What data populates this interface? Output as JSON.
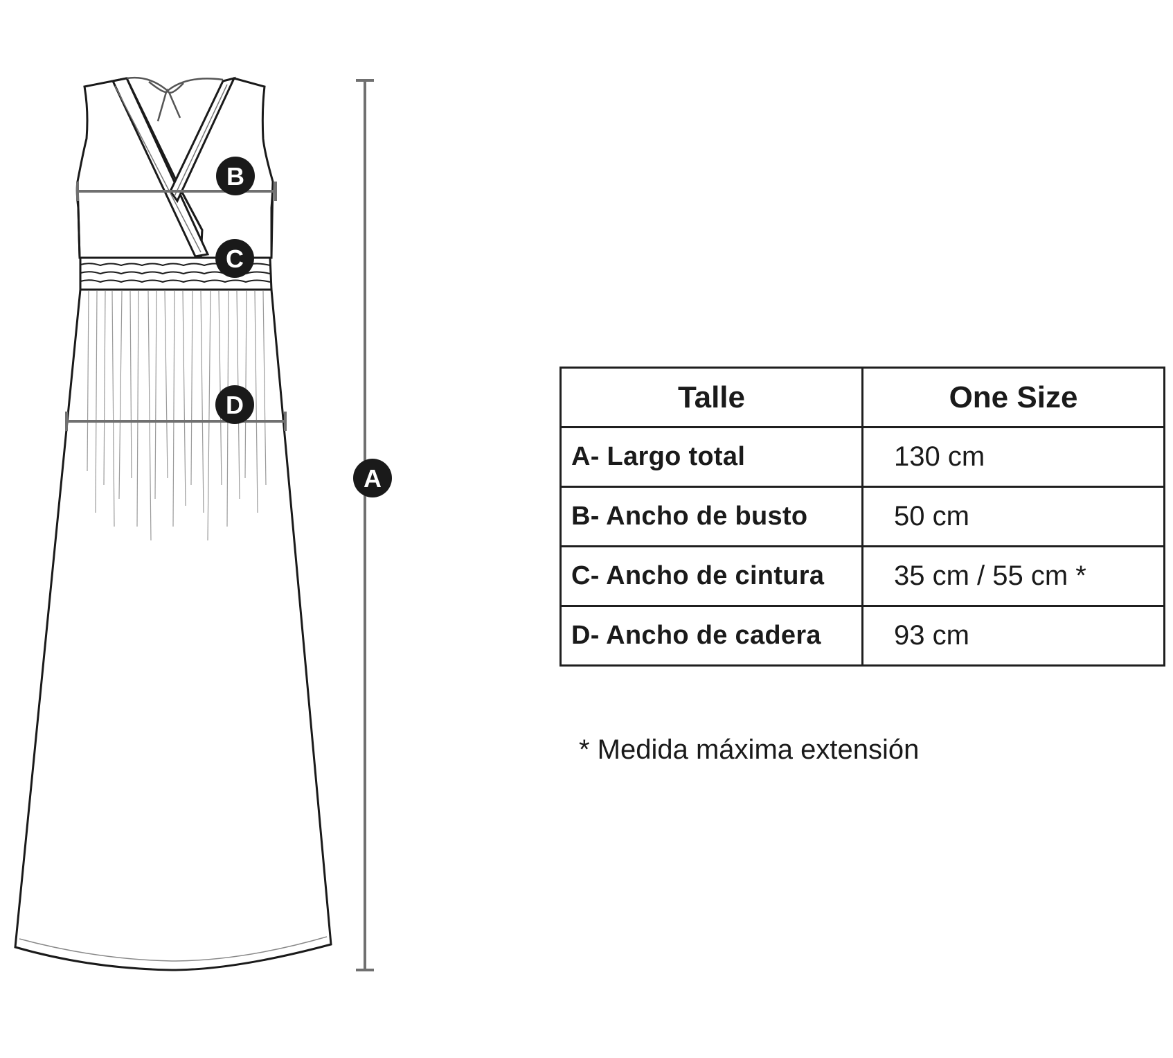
{
  "markers": {
    "a": "A",
    "b": "B",
    "c": "C",
    "d": "D"
  },
  "table": {
    "header": {
      "label": "Talle",
      "value": "One Size"
    },
    "rows": [
      {
        "label": "A- Largo total",
        "value": "130 cm"
      },
      {
        "label": "B- Ancho de busto",
        "value": "50 cm"
      },
      {
        "label": "C- Ancho de cintura",
        "value": "35 cm / 55 cm *"
      },
      {
        "label": "D- Ancho de cadera",
        "value": "93 cm"
      }
    ]
  },
  "footnote": "* Medida máxima extensión",
  "colors": {
    "outline": "#1a1a1a",
    "measure_line": "#707070",
    "marker_fill": "#1a1a1a"
  }
}
